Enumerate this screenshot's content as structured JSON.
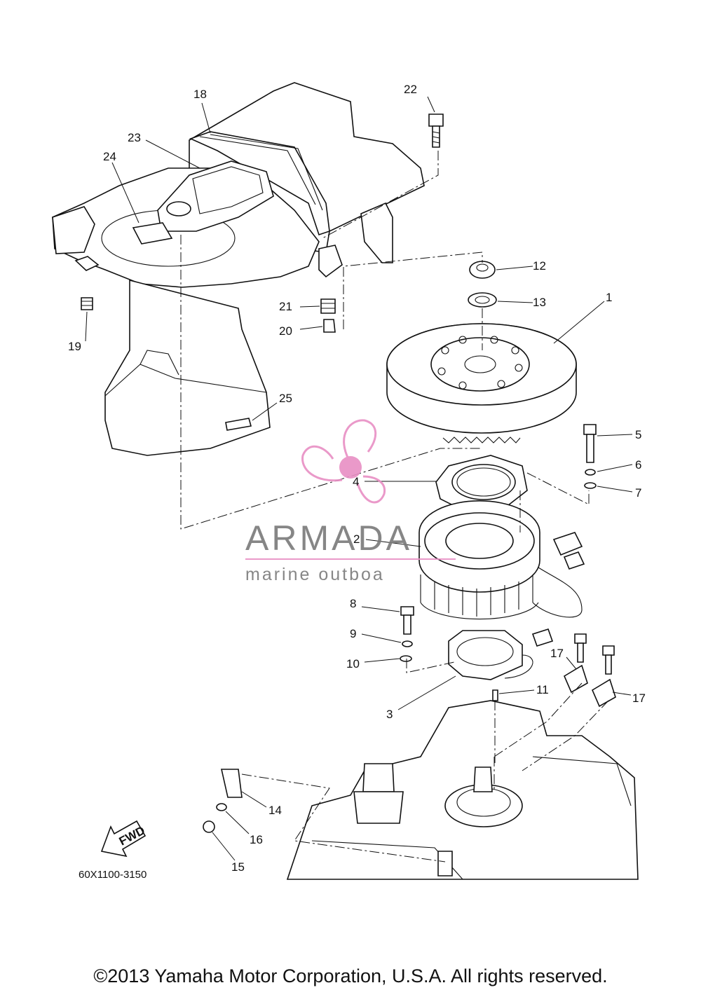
{
  "diagram_code": "60X1100-3150",
  "direction_label": "FWD",
  "copyright": "©2013 Yamaha Motor Corporation, U.S.A. All rights reserved.",
  "watermark": {
    "brand": "ARMADA",
    "tagline": "marine outboa",
    "accent_color": "#e88fc4",
    "text_color": "#7a7a7a"
  },
  "callouts": {
    "c1": "1",
    "c2": "2",
    "c3": "3",
    "c4": "4",
    "c5": "5",
    "c6": "6",
    "c7": "7",
    "c8": "8",
    "c9": "9",
    "c10": "10",
    "c11": "11",
    "c12": "12",
    "c13": "13",
    "c14": "14",
    "c15": "15",
    "c16": "16",
    "c17a": "17",
    "c17b": "17",
    "c18": "18",
    "c19": "19",
    "c20": "20",
    "c21": "21",
    "c22": "22",
    "c23": "23",
    "c24": "24",
    "c25": "25"
  }
}
